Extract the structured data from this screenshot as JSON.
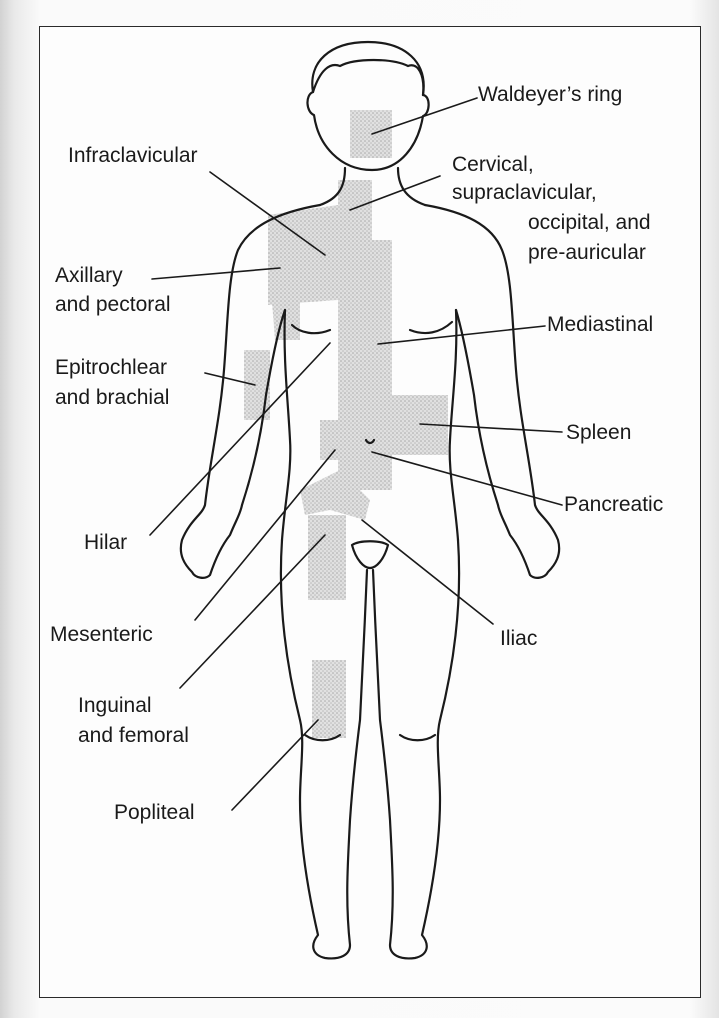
{
  "labels": {
    "waldeyers_ring": "Waldeyer’s ring",
    "infraclavicular": "Infraclavicular",
    "cervical_1": "Cervical,",
    "cervical_2": "supraclavicular,",
    "cervical_3": "occipital, and",
    "cervical_4": "pre-auricular",
    "axillary_1": "Axillary",
    "axillary_2": "and pectoral",
    "mediastinal": "Mediastinal",
    "epitrochlear_1": "Epitrochlear",
    "epitrochlear_2": "and brachial",
    "spleen": "Spleen",
    "pancreatic": "Pancreatic",
    "hilar": "Hilar",
    "mesenteric": "Mesenteric",
    "iliac": "Iliac",
    "inguinal_1": "Inguinal",
    "inguinal_2": "and femoral",
    "popliteal": "Popliteal"
  },
  "colors": {
    "outline": "#1a1a1a",
    "node_region_fill": "#cfcfcf",
    "frame_border": "#2a2a2a"
  }
}
